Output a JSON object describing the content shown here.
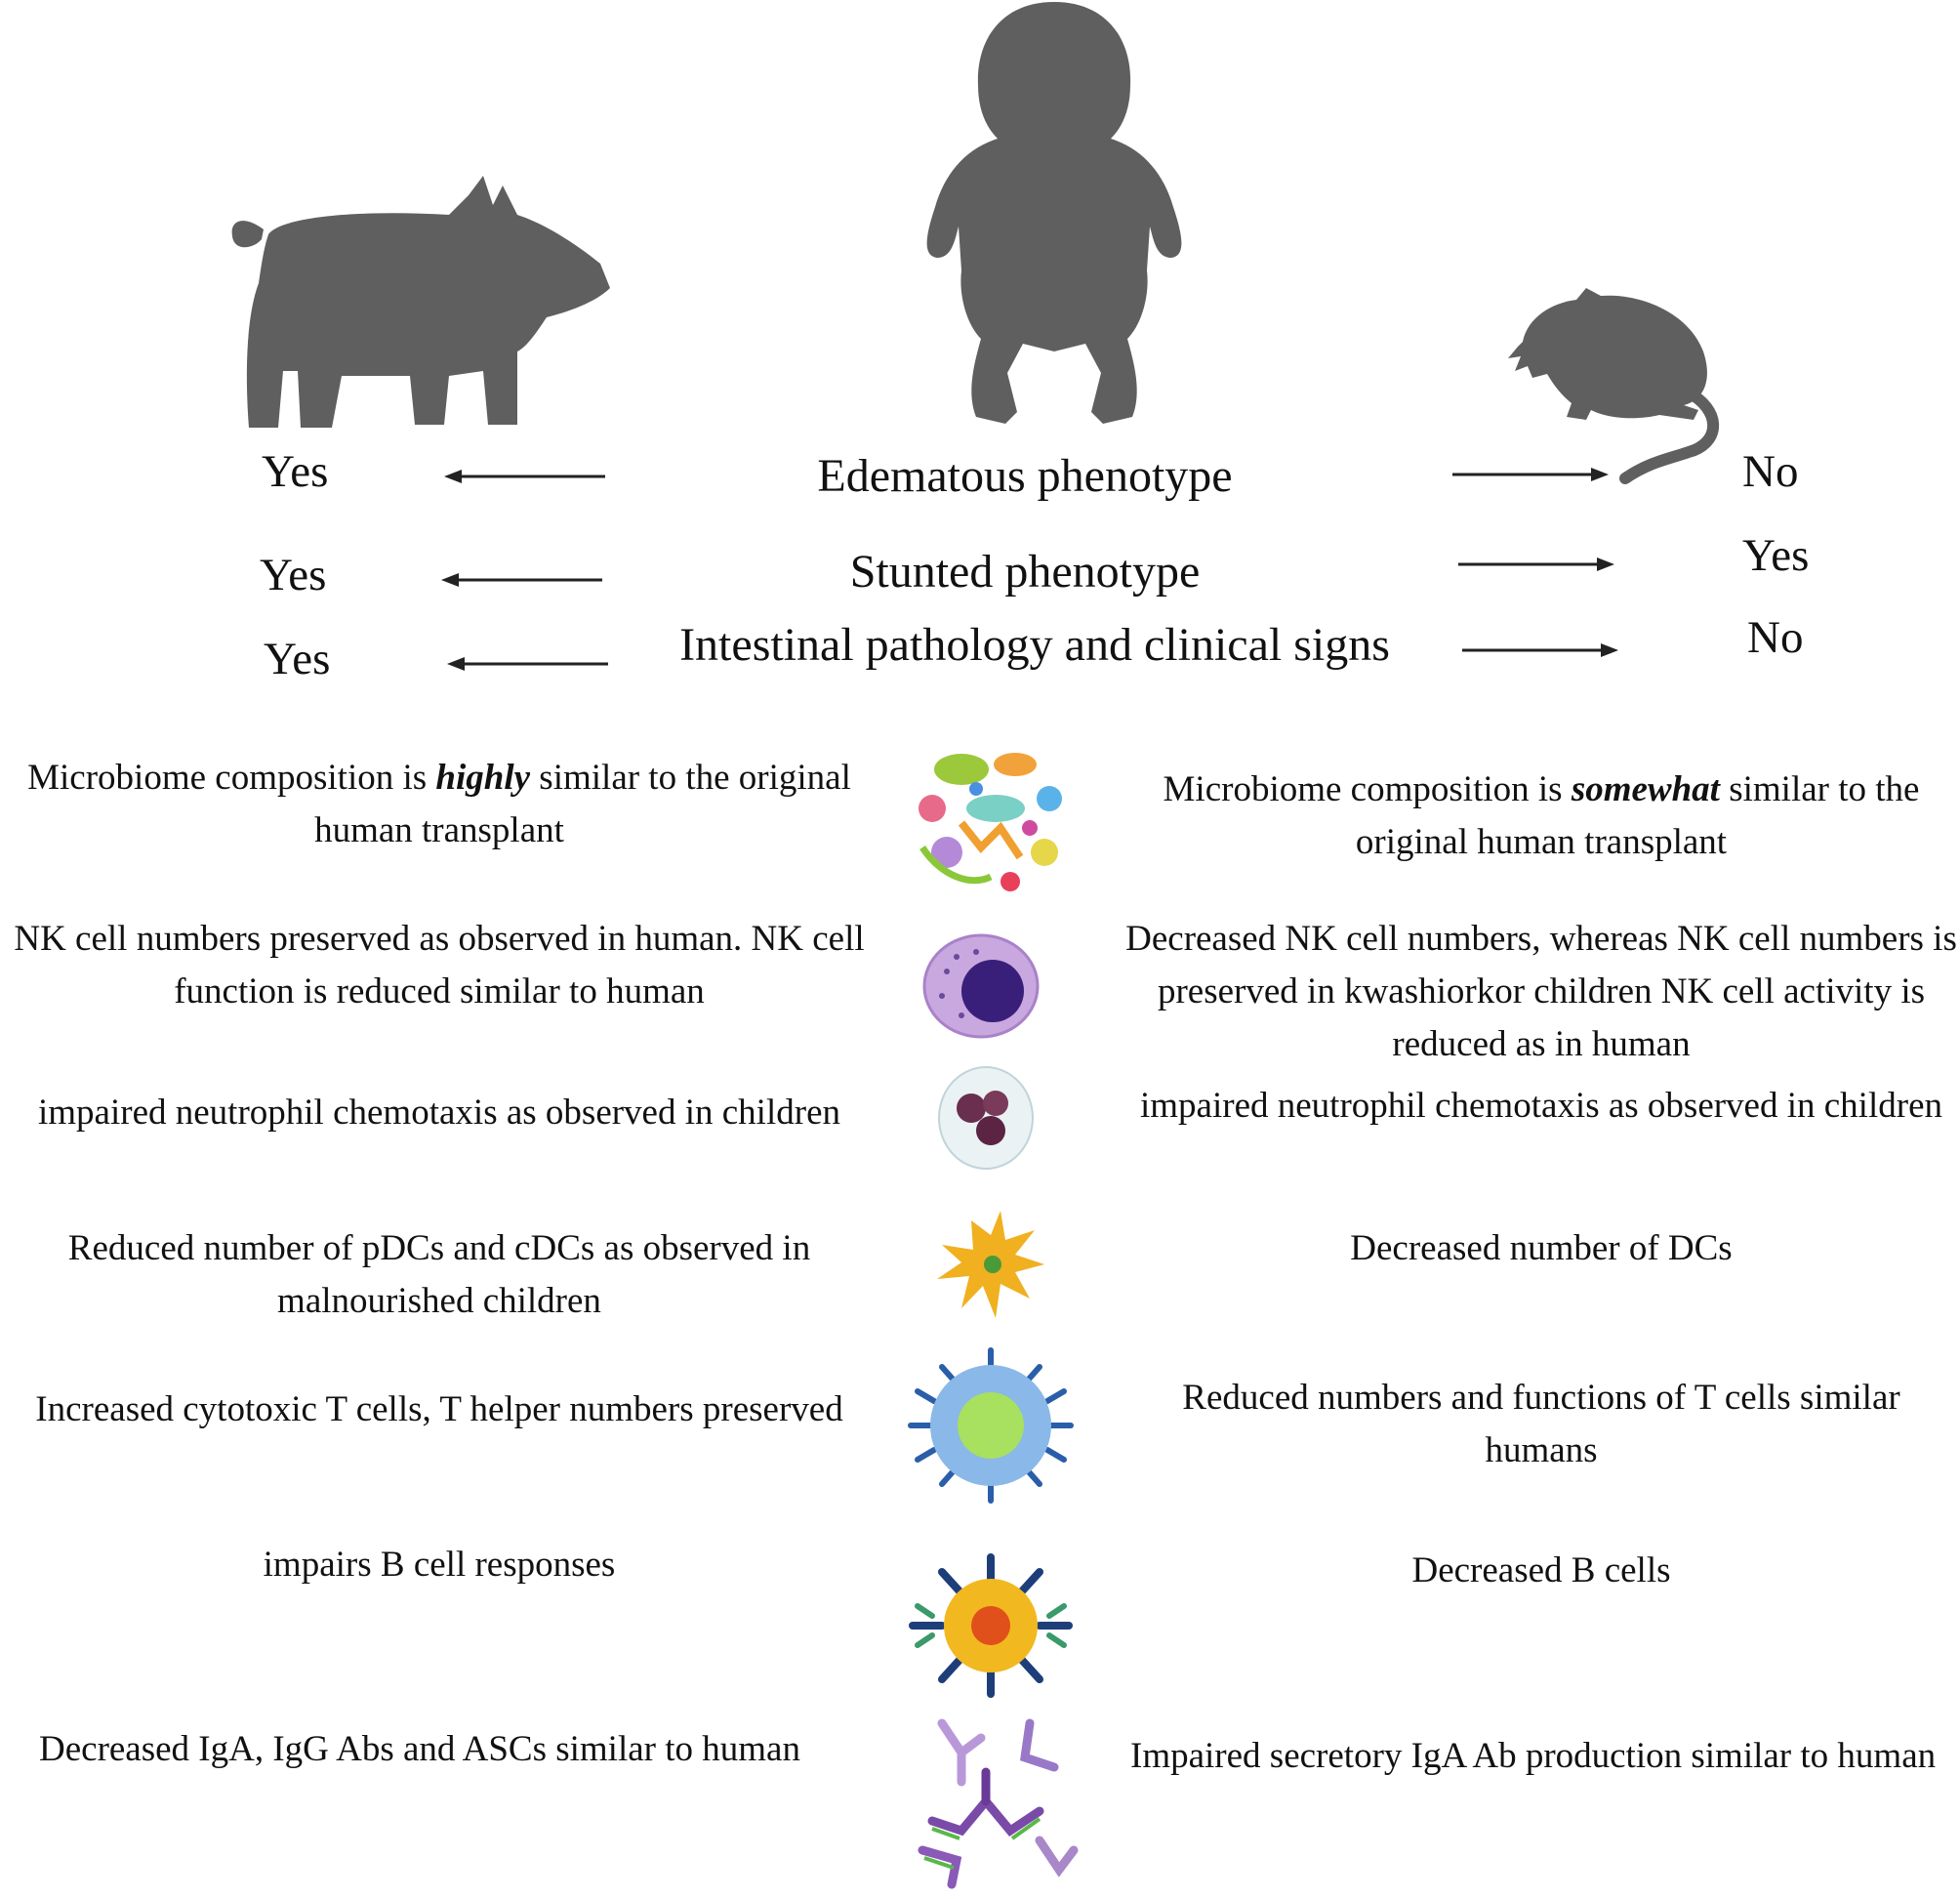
{
  "colors": {
    "silhouette": "#5f5f5f",
    "text": "#111111",
    "arrow": "#222222"
  },
  "icons": {
    "pig": "pig-silhouette-icon",
    "infant": "infant-silhouette-icon",
    "mouse": "mouse-silhouette-icon",
    "microbiome": "microbiome-icon",
    "nk_cell": "nk-cell-icon",
    "neutrophil": "neutrophil-icon",
    "dendritic_cell": "dendritic-cell-icon",
    "t_cell": "t-cell-icon",
    "b_cell": "b-cell-icon",
    "antibody": "antibody-icon"
  },
  "phenotypes": [
    {
      "label": "Edematous phenotype",
      "pig": "Yes",
      "mouse": "No"
    },
    {
      "label": "Stunted phenotype",
      "pig": "Yes",
      "mouse": "Yes"
    },
    {
      "label": "Intestinal pathology and clinical signs",
      "pig": "Yes",
      "mouse": "No"
    }
  ],
  "comparisons": [
    {
      "pig_pre": "Microbiome composition is ",
      "pig_em": "highly",
      "pig_post": " similar to the original human transplant",
      "mouse_pre": "Microbiome composition is ",
      "mouse_em": "somewhat",
      "mouse_post": " similar to the original human transplant"
    },
    {
      "pig": "NK cell numbers preserved as observed in human. NK cell function is reduced similar to human",
      "mouse": "Decreased NK cell numbers, whereas NK cell numbers is preserved in kwashiorkor children NK cell activity is reduced as in human"
    },
    {
      "pig": "impaired neutrophil chemotaxis as observed in children",
      "mouse": "impaired neutrophil chemotaxis as observed in children"
    },
    {
      "pig": "Reduced number of pDCs and cDCs as observed in malnourished children",
      "mouse": "Decreased number of DCs"
    },
    {
      "pig": "Increased cytotoxic T cells, T helper numbers preserved",
      "mouse": "Reduced numbers and functions of T cells similar humans"
    },
    {
      "pig": "impairs B cell responses",
      "mouse": "Decreased B cells"
    },
    {
      "pig": "Decreased IgA, IgG Abs and ASCs similar to human",
      "mouse": "Impaired secretory IgA Ab production similar to human"
    }
  ]
}
